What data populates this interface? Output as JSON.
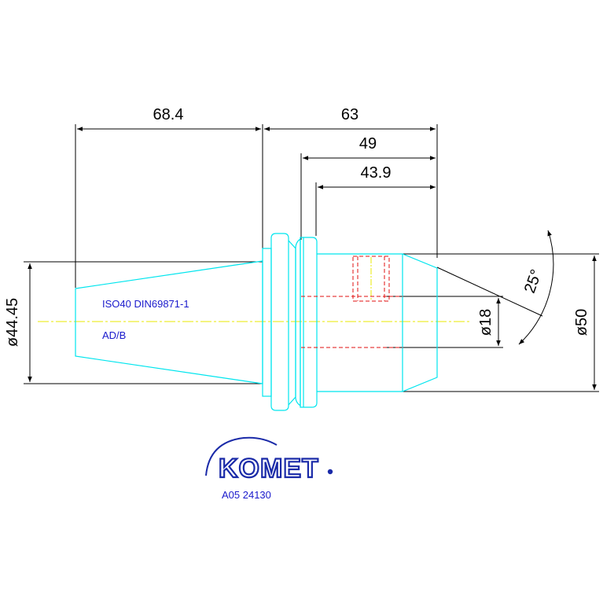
{
  "dimensions": {
    "taper_length": "68.4",
    "total_length": "63",
    "length_49": "49",
    "length_43_9": "43.9",
    "taper_diameter": "ø44.45",
    "bore_diameter": "ø18",
    "body_diameter": "ø50",
    "angle": "25°"
  },
  "labels": {
    "standard": "ISO40 DIN69871-1",
    "variant": "AD/B",
    "part_number": "A05 24130"
  },
  "logo": {
    "brand": "KOMET"
  },
  "colors": {
    "outline": "#00e5ee",
    "dimension": "#000000",
    "hidden": "#e01010",
    "centerline": "#e8e800",
    "text": "#1a1acc",
    "logo": "#1a2aa8"
  }
}
